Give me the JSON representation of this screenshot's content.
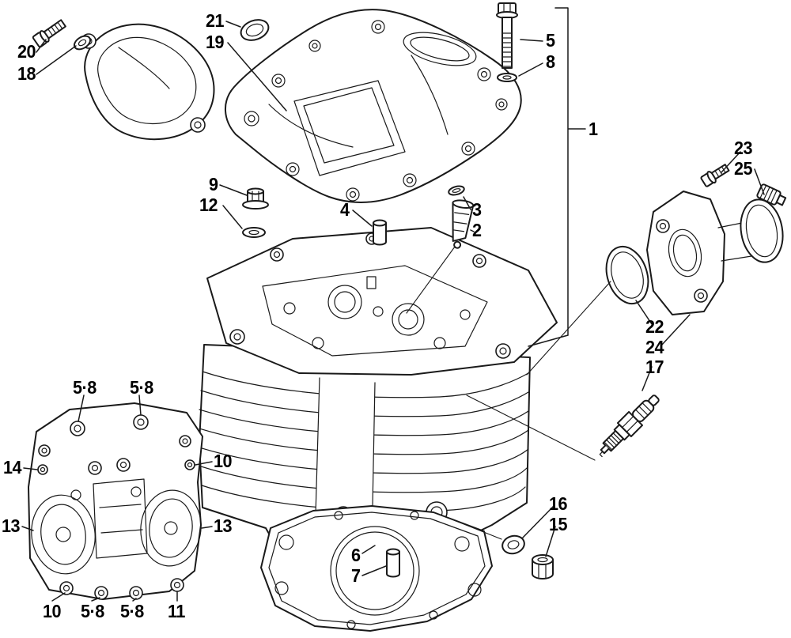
{
  "figure": {
    "kind": "exploded-parts-line-drawing",
    "background": "#ffffff",
    "line_color": "#1a1a1a",
    "label_color": "#000000"
  },
  "callouts": [
    {
      "id": "c20",
      "text": "20"
    },
    {
      "id": "c18",
      "text": "18"
    },
    {
      "id": "c21",
      "text": "21"
    },
    {
      "id": "c19",
      "text": "19"
    },
    {
      "id": "c5",
      "text": "5"
    },
    {
      "id": "c8",
      "text": "8"
    },
    {
      "id": "c1",
      "text": "1"
    },
    {
      "id": "c23",
      "text": "23"
    },
    {
      "id": "c25",
      "text": "25"
    },
    {
      "id": "c9",
      "text": "9"
    },
    {
      "id": "c12",
      "text": "12"
    },
    {
      "id": "c4",
      "text": "4"
    },
    {
      "id": "c3",
      "text": "3"
    },
    {
      "id": "c2",
      "text": "2"
    },
    {
      "id": "c22",
      "text": "22"
    },
    {
      "id": "c24",
      "text": "24"
    },
    {
      "id": "c17",
      "text": "17"
    },
    {
      "id": "c58a",
      "text": "5·8"
    },
    {
      "id": "c58b",
      "text": "5·8"
    },
    {
      "id": "c14",
      "text": "14"
    },
    {
      "id": "c10a",
      "text": "10"
    },
    {
      "id": "c13a",
      "text": "13"
    },
    {
      "id": "c13b",
      "text": "13"
    },
    {
      "id": "c10b",
      "text": "10"
    },
    {
      "id": "c58c",
      "text": "5·8"
    },
    {
      "id": "c58d",
      "text": "5·8"
    },
    {
      "id": "c11",
      "text": "11"
    },
    {
      "id": "c6",
      "text": "6"
    },
    {
      "id": "c7",
      "text": "7"
    },
    {
      "id": "c16",
      "text": "16"
    },
    {
      "id": "c15",
      "text": "15"
    }
  ]
}
